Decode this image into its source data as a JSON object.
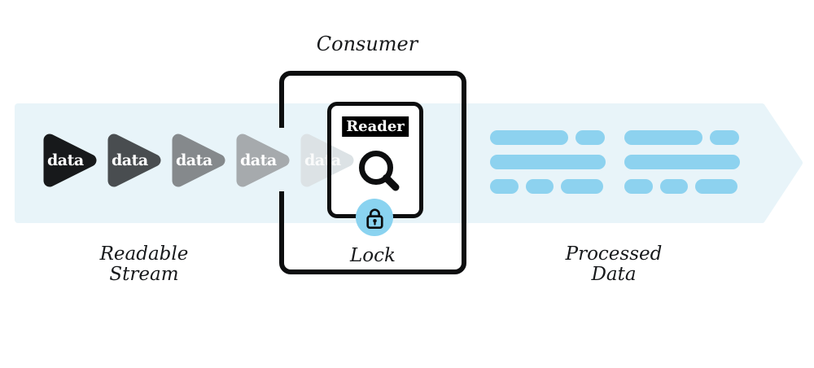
{
  "labels": {
    "consumer": "Consumer",
    "reader": "Reader",
    "lock": "Lock",
    "readable_line1": "Readable",
    "readable_line2": "Stream",
    "processed_line1": "Processed",
    "processed_line2": "Data"
  },
  "stream": {
    "chunks": [
      {
        "label": "data",
        "color": "#17191b",
        "text_color": "#ffffff"
      },
      {
        "label": "data",
        "color": "#494d50",
        "text_color": "#ffffff"
      },
      {
        "label": "data",
        "color": "#85898c",
        "text_color": "#ffffff"
      },
      {
        "label": "data",
        "color": "#a6aaad",
        "text_color": "#ffffff"
      },
      {
        "label": "data",
        "color": "#dce2e5",
        "text_color": "rgba(255,255,255,0.85)"
      }
    ]
  },
  "processed": {
    "dash_color": "#8dd2ef",
    "groups": [
      {
        "rows": [
          [
            96,
            36
          ],
          [
            142
          ],
          [
            35,
            34,
            52
          ]
        ]
      },
      {
        "rows": [
          [
            96,
            36
          ],
          [
            142
          ],
          [
            35,
            34,
            52
          ]
        ]
      }
    ]
  },
  "colors": {
    "band": "#e8f4f9",
    "outline": "#0d0e0f",
    "badge_blue": "#8ad3f0",
    "reader_tag_bg": "#000000",
    "reader_tag_text": "#ffffff"
  }
}
